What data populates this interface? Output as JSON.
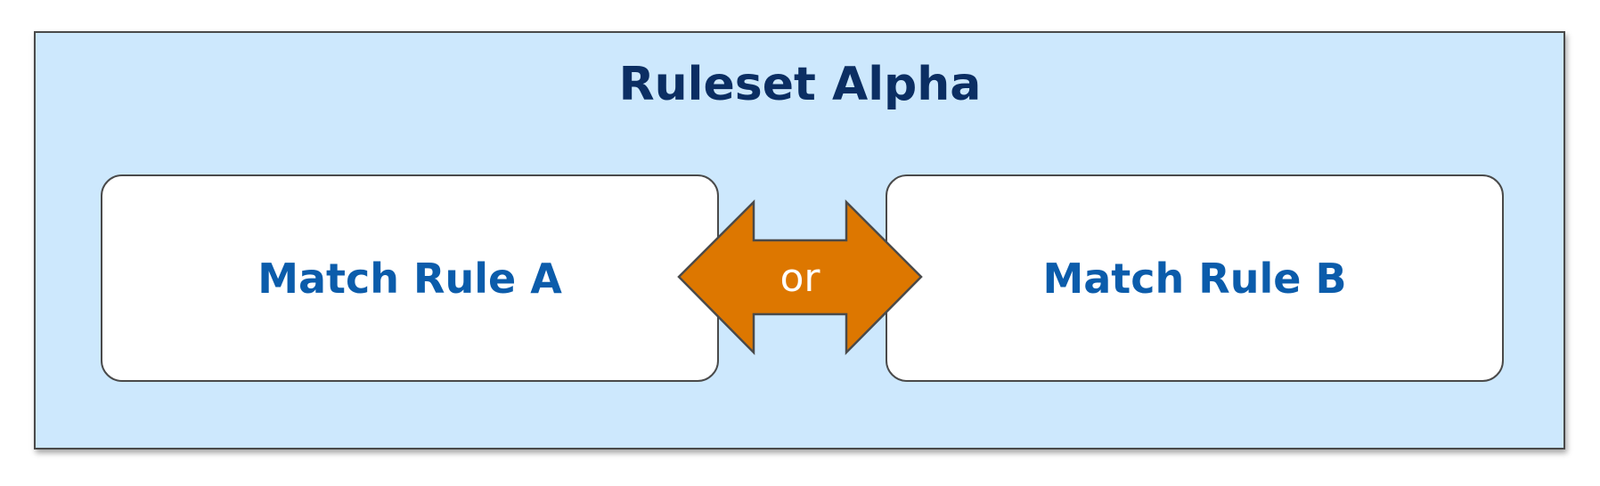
{
  "ruleset": {
    "title": "Ruleset Alpha",
    "background_color": "#cde8fd",
    "title_color": "#0b2e63"
  },
  "rules": [
    {
      "label": "Match Rule A"
    },
    {
      "label": "Match Rule B"
    }
  ],
  "connector": {
    "label": "or",
    "fill_color": "#dd7700",
    "icon": "double-arrow-icon"
  },
  "label_color": "#0b5cab"
}
